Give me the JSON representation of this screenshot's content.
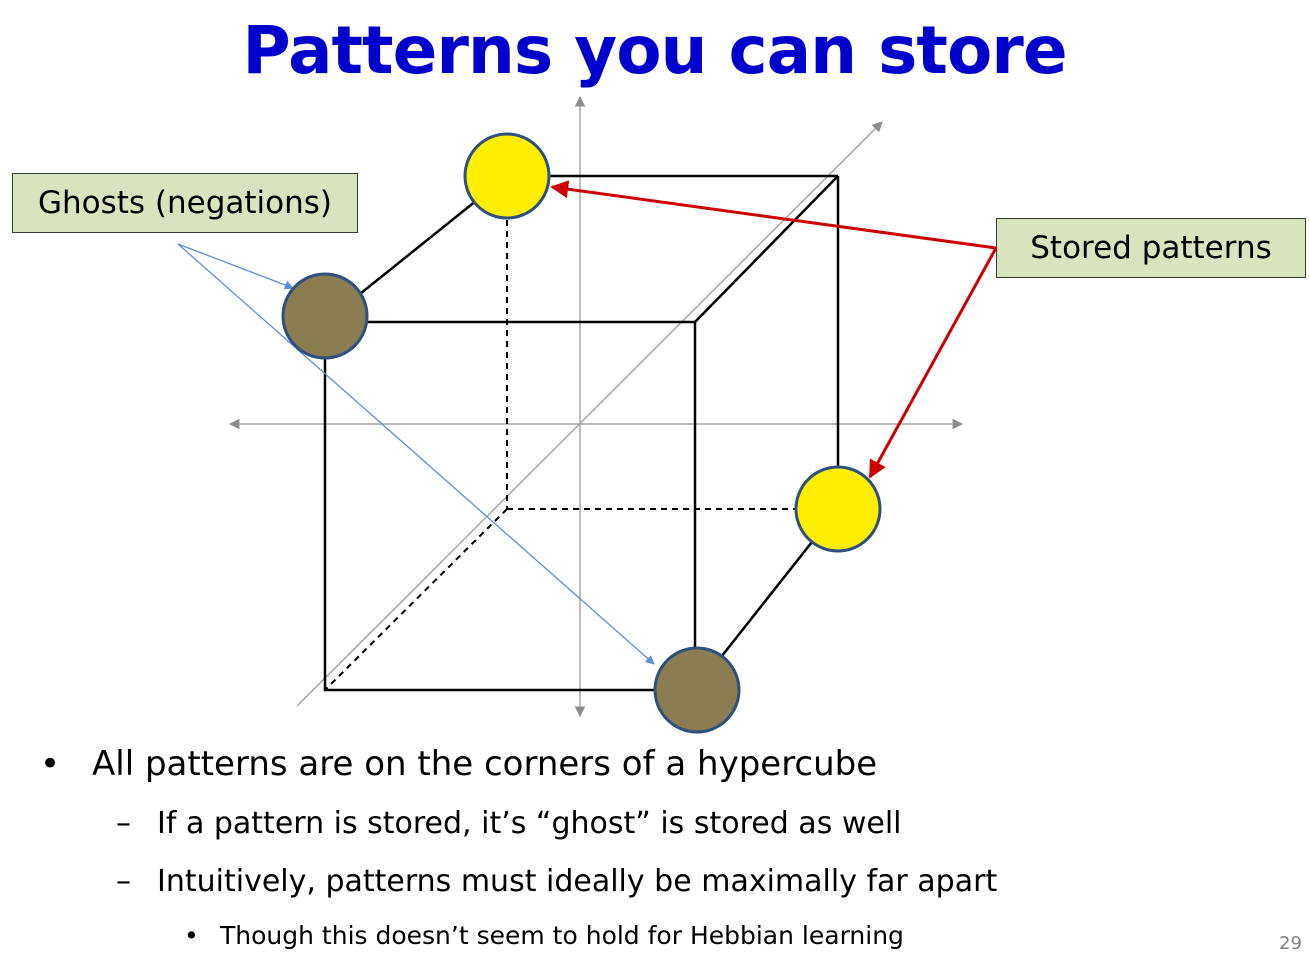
{
  "slide": {
    "title": "Patterns you can store",
    "page_number": "29"
  },
  "callouts": {
    "ghosts": "Ghosts (negations)",
    "stored": "Stored patterns"
  },
  "bullets": {
    "main": "All patterns are on the corners of a hypercube",
    "main_marker": "•",
    "sub": [
      "If a pattern is stored, it’s “ghost” is stored as well",
      "Intuitively, patterns must ideally be maximally far apart"
    ],
    "sub_marker": "–",
    "subsub": "Though this doesn’t seem to hold for Hebbian learning",
    "subsub_marker": "•"
  },
  "colors": {
    "title": "#0000cc",
    "stored_fill": "#ffee00",
    "ghost_fill": "#8b7d52",
    "circle_stroke": "#2f4f7f",
    "stored_arrow": "#cc0000",
    "ghost_arrow": "#5b8ed6",
    "axis": "#a6a6a6",
    "callout_fill": "#d7e4bd"
  }
}
